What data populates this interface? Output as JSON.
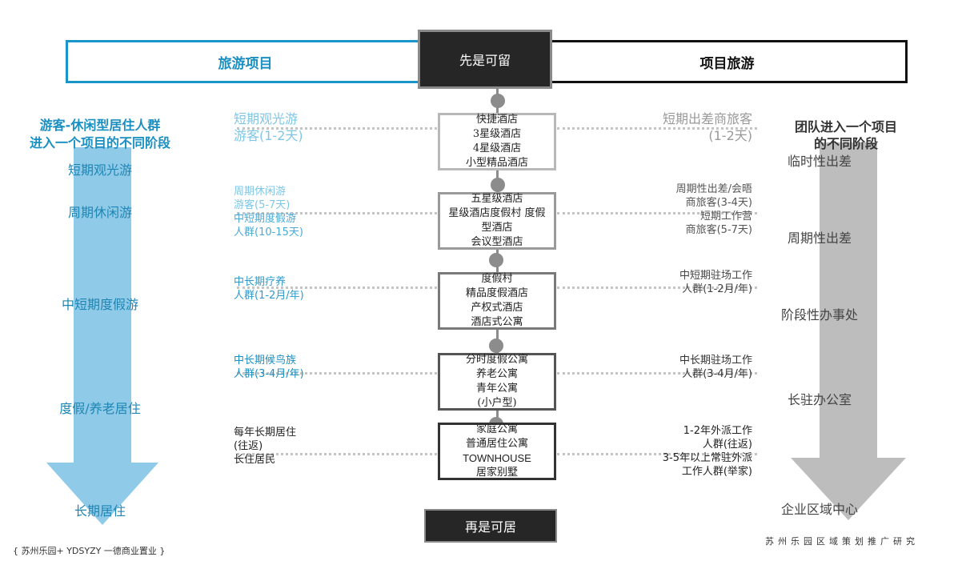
{
  "header": {
    "left_label": "旅游项目",
    "center_label": "先是可留",
    "right_label": "项目旅游"
  },
  "bottom_box": "再是可居",
  "left_column": {
    "title_line1": "游客-休闲型居住人群",
    "title_line2": "进入一个项目的不同阶段",
    "stages": [
      "短期观光游",
      "周期休闲游",
      "中短期度假游",
      "度假/养老居住",
      "长期居住"
    ],
    "arrow_color": "#8fcbe8"
  },
  "right_column": {
    "title_line1": "团队进入一个项目",
    "title_line2": "的不同阶段",
    "stages": [
      "临时性出差",
      "周期性出差",
      "阶段性办事处",
      "长驻办公室",
      "企业区域中心"
    ],
    "arrow_color": "#bdbdbd"
  },
  "rows": [
    {
      "center_lines": [
        "快捷酒店",
        "3星级酒店",
        "4星级酒店",
        "小型精品酒店"
      ],
      "left_lines": [
        "短期观光游",
        "游客(1-2天)"
      ],
      "right_lines": [
        "短期出差商旅客",
        "(1-2天)"
      ]
    },
    {
      "center_lines": [
        "五星级酒店",
        "星级酒店度假村 度假",
        "型酒店",
        "会议型酒店"
      ],
      "left_lines": [
        "周期休闲游",
        "游客(5-7天)",
        "中短期度假游",
        "人群(10-15天)"
      ],
      "right_lines": [
        "周期性出差/会晤",
        "商旅客(3-4天)",
        "短期工作营",
        "商旅客(5-7天)"
      ]
    },
    {
      "center_lines": [
        "度假村",
        "精品度假酒店",
        "产权式酒店",
        "酒店式公寓"
      ],
      "left_lines": [
        "中长期疗养",
        "人群(1-2月/年)"
      ],
      "right_lines": [
        "中短期驻场工作",
        "人群(1-2月/年)"
      ]
    },
    {
      "center_lines": [
        "分时度假公寓",
        "养老公寓",
        "青年公寓",
        "(小户型)"
      ],
      "left_lines": [
        "中长期候鸟族",
        "人群(3-4月/年)"
      ],
      "right_lines": [
        "中长期驻场工作",
        "人群(3-4月/年)"
      ]
    },
    {
      "center_lines": [
        "家庭公寓",
        "普通居住公寓",
        "TOWNHOUSE",
        "居家别墅"
      ],
      "left_lines": [
        "每年长期居住",
        "(往返)",
        "长住居民"
      ],
      "right_lines": [
        "1-2年外派工作",
        "人群(往返)",
        "3-5年以上常驻外派",
        "工作人群(举家)"
      ]
    }
  ],
  "footer": {
    "left": "{   苏州乐园+ YDSYZY 一德商业置业   }",
    "right": "苏州乐园区域策划推广研究"
  }
}
